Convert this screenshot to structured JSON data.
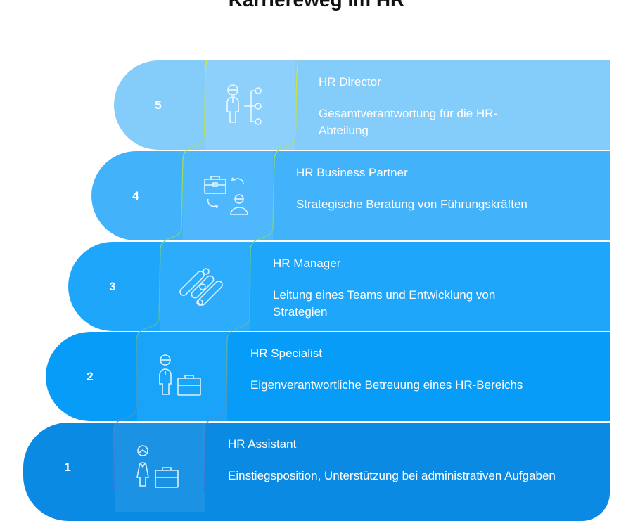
{
  "title": "Karriereweg im HR",
  "steps": [
    {
      "num": "5",
      "title": "HR Director",
      "desc": "Gesamtverantwortung für die HR-Abteilung",
      "icon": "leader-org-icon",
      "color": "#84cdfb"
    },
    {
      "num": "4",
      "title": "HR Business Partner",
      "desc": "Strategische Beratung von Führungskräften",
      "icon": "briefcase-exchange-icon",
      "color": "#42b2fb"
    },
    {
      "num": "3",
      "title": "HR Manager",
      "desc": "Leitung eines Teams und Entwicklung von Strategien",
      "icon": "strategy-icon",
      "color": "#1ea6fb"
    },
    {
      "num": "2",
      "title": "HR Specialist",
      "desc": "Eigenverantwortliche Betreuung eines HR-Bereichs",
      "icon": "person-briefcase-icon",
      "color": "#089cf9"
    },
    {
      "num": "1",
      "title": "HR Assistant",
      "desc": "Einstiegsposition, Unterstützung bei administrativen Aufgaben",
      "icon": "assistant-briefcase-icon",
      "color": "#0a8ae2"
    }
  ]
}
